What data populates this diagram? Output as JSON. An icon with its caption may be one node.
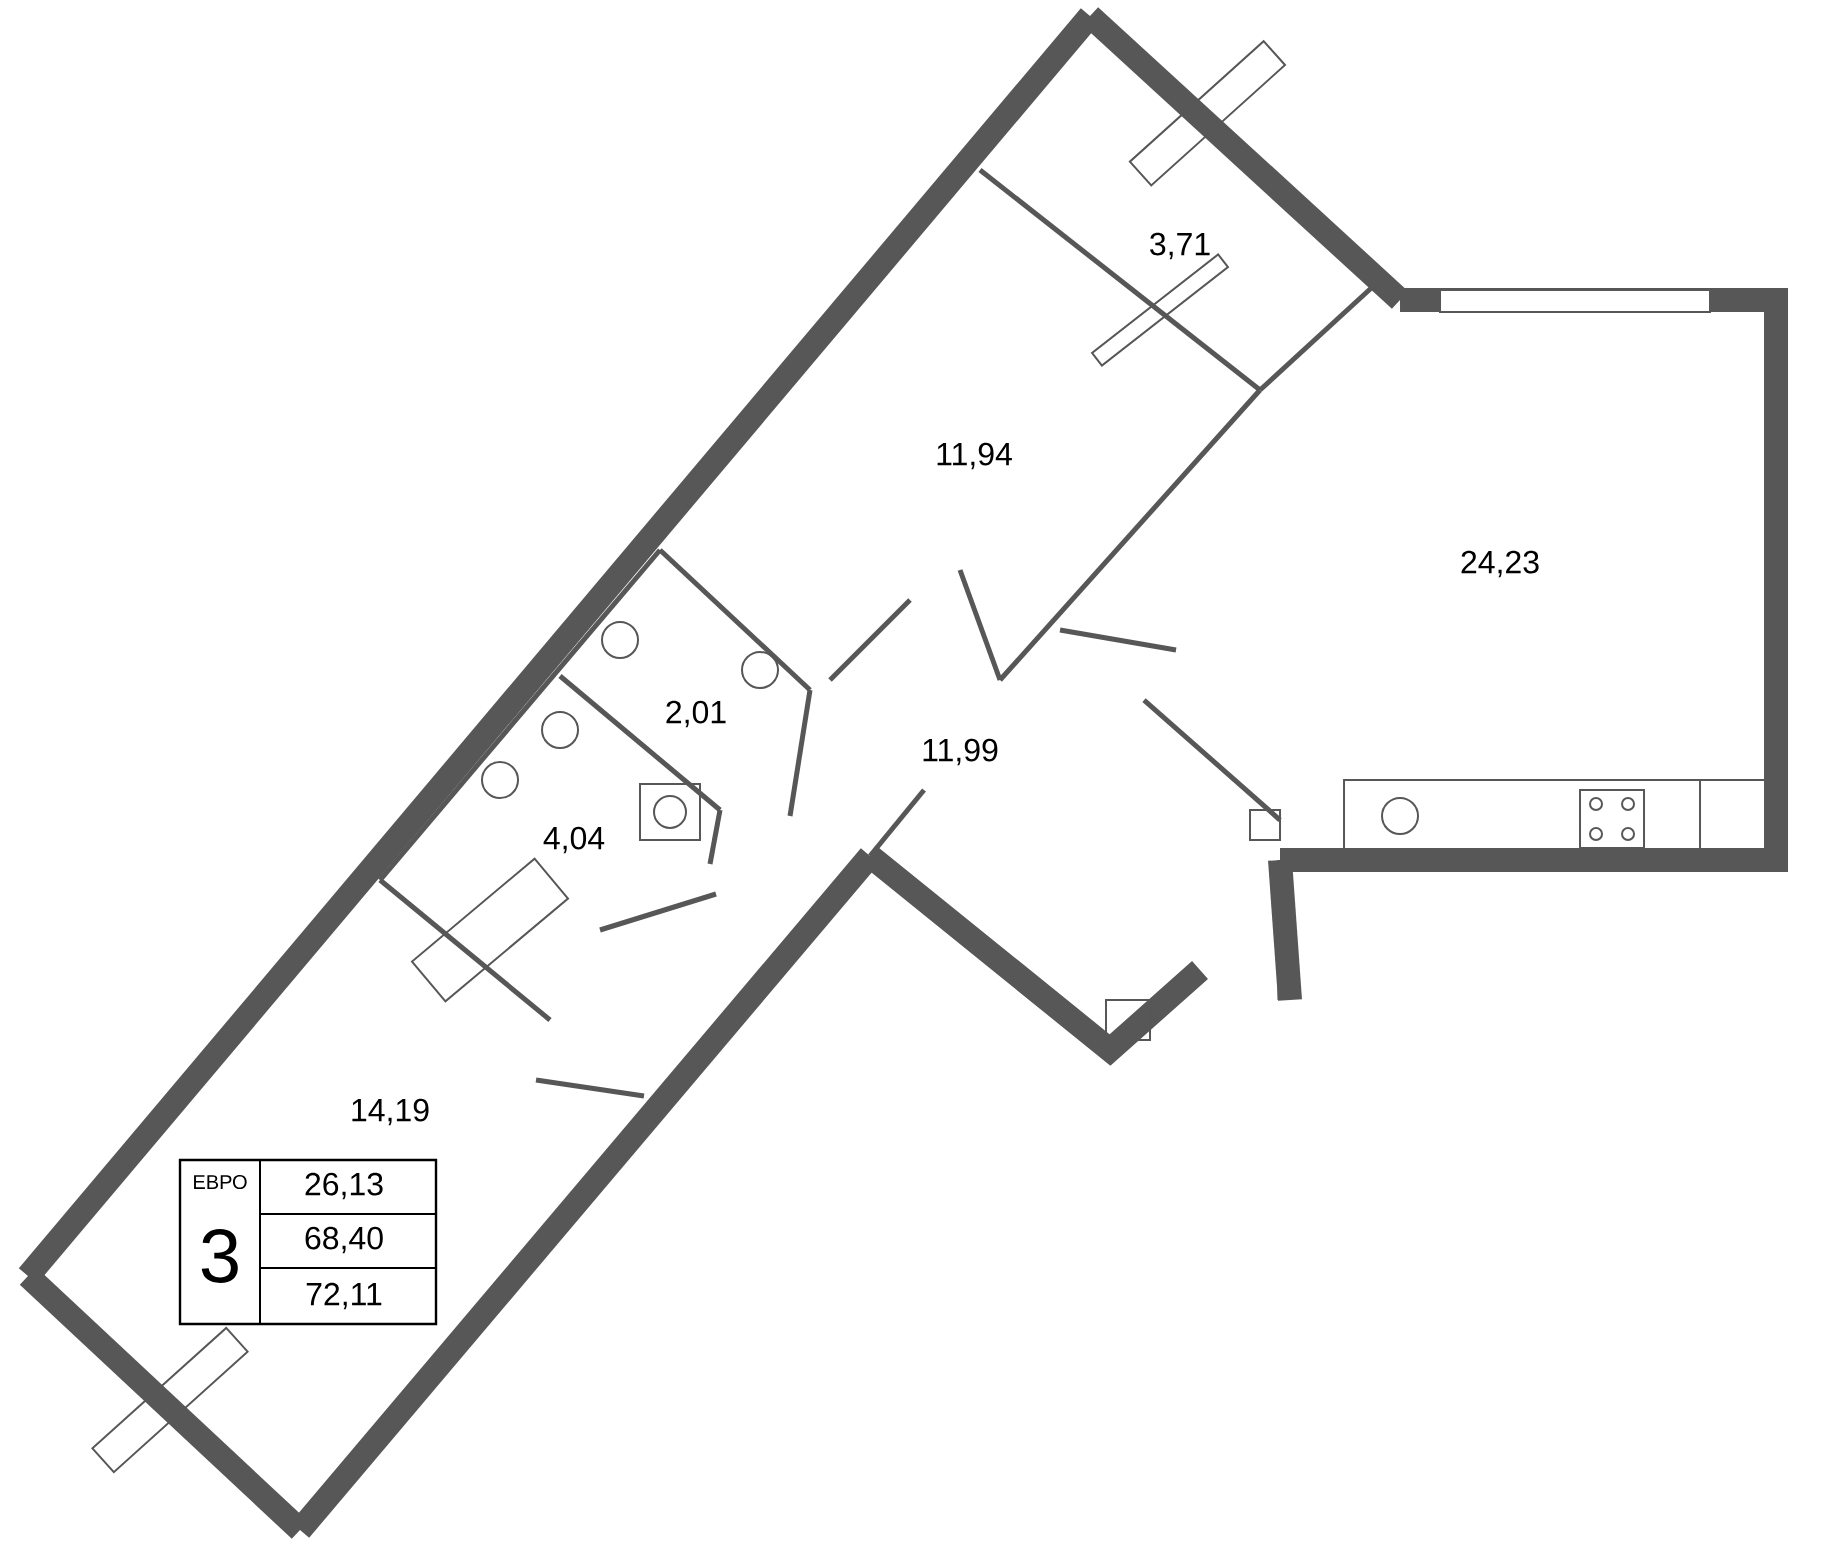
{
  "diagram": {
    "nodes": [
      {
        "text": [
          "ЕВРО",
          "3",
          "26,13",
          "68,40",
          "72,11"
        ]
      }
    ],
    "labels": [
      "3,71",
      "11,94",
      "24,23",
      "2,01",
      "11,99",
      "4,04",
      "14,19"
    ]
  }
}
